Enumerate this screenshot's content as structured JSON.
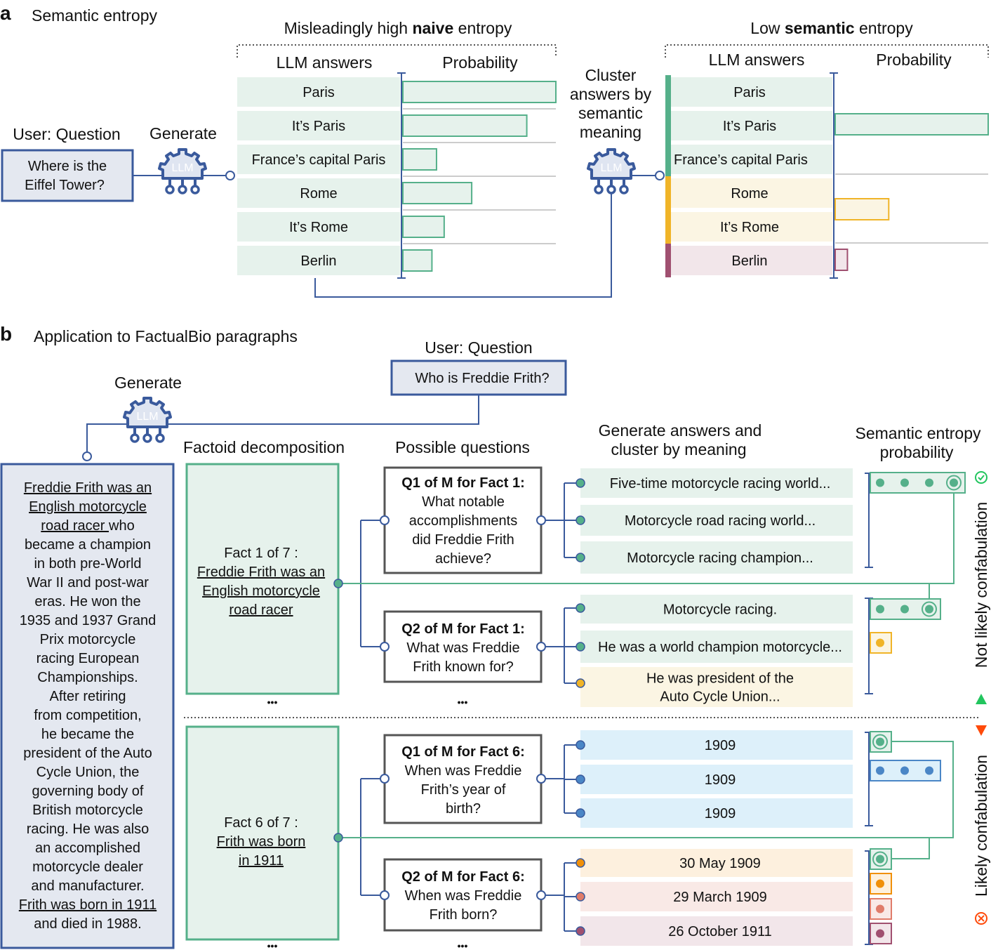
{
  "colors": {
    "green": "#55b08a",
    "green_fill": "#e6f2ec",
    "navy": "#3a5a9c",
    "question_fill": "#e4e8f0",
    "yellow": "#f0b428",
    "yellow_fill": "#fbf5e3",
    "berlin": "#a05070",
    "berlin_fill": "#f2e6ea",
    "blue": "#4a86c6",
    "blue_fill": "#ddf0fa",
    "orange": "#f0900a",
    "salmon": "#e07c6a"
  },
  "panel_a": {
    "letter": "a",
    "title": "Semantic entropy",
    "user_label": "User: Question",
    "question": [
      "Where is the",
      "Eiffel Tower?"
    ],
    "generate_label": "Generate",
    "llm_label": "LLM",
    "naive": {
      "title_pre": "Misleadingly high ",
      "title_bold": "naive",
      "title_post": " entropy",
      "col_answers": "LLM answers",
      "col_prob": "Probability",
      "answers": [
        {
          "text": "Paris",
          "prob": 1.0
        },
        {
          "text": "It’s Paris",
          "prob": 0.81
        },
        {
          "text": "France’s capital Paris",
          "prob": 0.22
        },
        {
          "text": "Rome",
          "prob": 0.45
        },
        {
          "text": "It’s Rome",
          "prob": 0.27
        },
        {
          "text": "Berlin",
          "prob": 0.19
        }
      ]
    },
    "cluster_label": [
      "Cluster",
      "answers by",
      "semantic",
      "meaning"
    ],
    "semantic": {
      "title_pre": "Low ",
      "title_bold": "semantic",
      "title_post": " entropy",
      "col_answers": "LLM answers",
      "col_prob": "Probability",
      "answers": [
        {
          "text": "Paris",
          "cluster": "green"
        },
        {
          "text": "It’s Paris",
          "cluster": "green"
        },
        {
          "text": "France’s capital Paris",
          "cluster": "green"
        },
        {
          "text": "Rome",
          "cluster": "yellow"
        },
        {
          "text": "It’s Rome",
          "cluster": "yellow"
        },
        {
          "text": "Berlin",
          "cluster": "berlin"
        }
      ],
      "cluster_probs": [
        {
          "cluster": "green",
          "prob": 1.0
        },
        {
          "cluster": "yellow",
          "prob": 0.35
        },
        {
          "cluster": "berlin",
          "prob": 0.08
        }
      ]
    }
  },
  "panel_b": {
    "letter": "b",
    "title": "Application to FactualBio paragraphs",
    "user_label": "User: Question",
    "question": "Who is Freddie Frith?",
    "generate_label": "Generate",
    "llm_label": "LLM",
    "headers": {
      "factoid": "Factoid decomposition",
      "questions": "Possible questions",
      "answers": [
        "Generate answers and",
        "cluster by meaning"
      ],
      "entropy": [
        "Semantic entropy",
        "probability"
      ]
    },
    "paragraph": [
      {
        "u": "Freddie Frith was an",
        "t": ""
      },
      {
        "u": "English motorcycle",
        "t": ""
      },
      {
        "u": "road racer ",
        "t": "who"
      },
      {
        "u": "",
        "t": "became a champion"
      },
      {
        "u": "",
        "t": "in both pre-World"
      },
      {
        "u": "",
        "t": "War II and post-war"
      },
      {
        "u": "",
        "t": "eras. He won the"
      },
      {
        "u": "",
        "t": "1935 and 1937 Grand"
      },
      {
        "u": "",
        "t": "Prix motorcycle"
      },
      {
        "u": "",
        "t": "racing European"
      },
      {
        "u": "",
        "t": "Championships."
      },
      {
        "u": "",
        "t": "After retiring"
      },
      {
        "u": "",
        "t": "from competition,"
      },
      {
        "u": "",
        "t": "he became the"
      },
      {
        "u": "",
        "t": "president of the Auto"
      },
      {
        "u": "",
        "t": "Cycle Union, the"
      },
      {
        "u": "",
        "t": "governing body of"
      },
      {
        "u": "",
        "t": "British motorcycle"
      },
      {
        "u": "",
        "t": "racing. He was also"
      },
      {
        "u": "",
        "t": "an accomplished"
      },
      {
        "u": "",
        "t": "motorcycle dealer"
      },
      {
        "u": "",
        "t": "and manufacturer."
      },
      {
        "u": "Frith was born in 1911",
        "t": ""
      },
      {
        "u": "",
        "t": "and died in 1988."
      }
    ],
    "facts": [
      {
        "label": "Fact 1 of 7 :",
        "text": [
          "Freddie Frith was an",
          "English motorcycle",
          "road racer"
        ],
        "questions": [
          {
            "title": "Q1 of M for Fact 1:",
            "text": [
              "What notable",
              "accomplishments",
              "did Freddie Frith",
              "achieve?"
            ],
            "answers": [
              {
                "text": [
                  "Five-time motorcycle racing world..."
                ],
                "cluster": "green"
              },
              {
                "text": [
                  "Motorcycle road racing world..."
                ],
                "cluster": "green"
              },
              {
                "text": [
                  "Motorcycle racing champion..."
                ],
                "cluster": "green"
              }
            ]
          },
          {
            "title": "Q2 of M for Fact 1:",
            "text": [
              "What was Freddie",
              "Frith known for?"
            ],
            "answers": [
              {
                "text": [
                  "Motorcycle racing."
                ],
                "cluster": "green"
              },
              {
                "text": [
                  "He was a world champion motorcycle..."
                ],
                "cluster": "green"
              },
              {
                "text": [
                  "He was president of the",
                  "Auto Cycle Union..."
                ],
                "cluster": "yellow"
              }
            ]
          }
        ]
      },
      {
        "label": "Fact 6 of 7 :",
        "text": [
          "Frith was born",
          "in 1911"
        ],
        "questions": [
          {
            "title": "Q1 of M for Fact 6:",
            "text": [
              "When was Freddie",
              "Frith’s year of",
              "birth?"
            ],
            "answers": [
              {
                "text": [
                  "1909"
                ],
                "cluster": "blue"
              },
              {
                "text": [
                  "1909"
                ],
                "cluster": "blue"
              },
              {
                "text": [
                  "1909"
                ],
                "cluster": "blue"
              }
            ]
          },
          {
            "title": "Q2 of M for Fact 6:",
            "text": [
              "When was Freddie",
              "Frith born?"
            ],
            "answers": [
              {
                "text": [
                  "30 May 1909"
                ],
                "cluster": "orange"
              },
              {
                "text": [
                  "29 March 1909"
                ],
                "cluster": "salmon"
              },
              {
                "text": [
                  "26 October 1911"
                ],
                "cluster": "berlin"
              }
            ]
          }
        ]
      }
    ],
    "ellipsis": "•••",
    "label_not_likely": "Not likely confabulation",
    "label_likely": "Likely confabulation",
    "icons": {
      "check": "check-circle-icon",
      "cross": "x-circle-icon",
      "up": "triangle-up-icon",
      "down": "triangle-down-icon"
    }
  }
}
